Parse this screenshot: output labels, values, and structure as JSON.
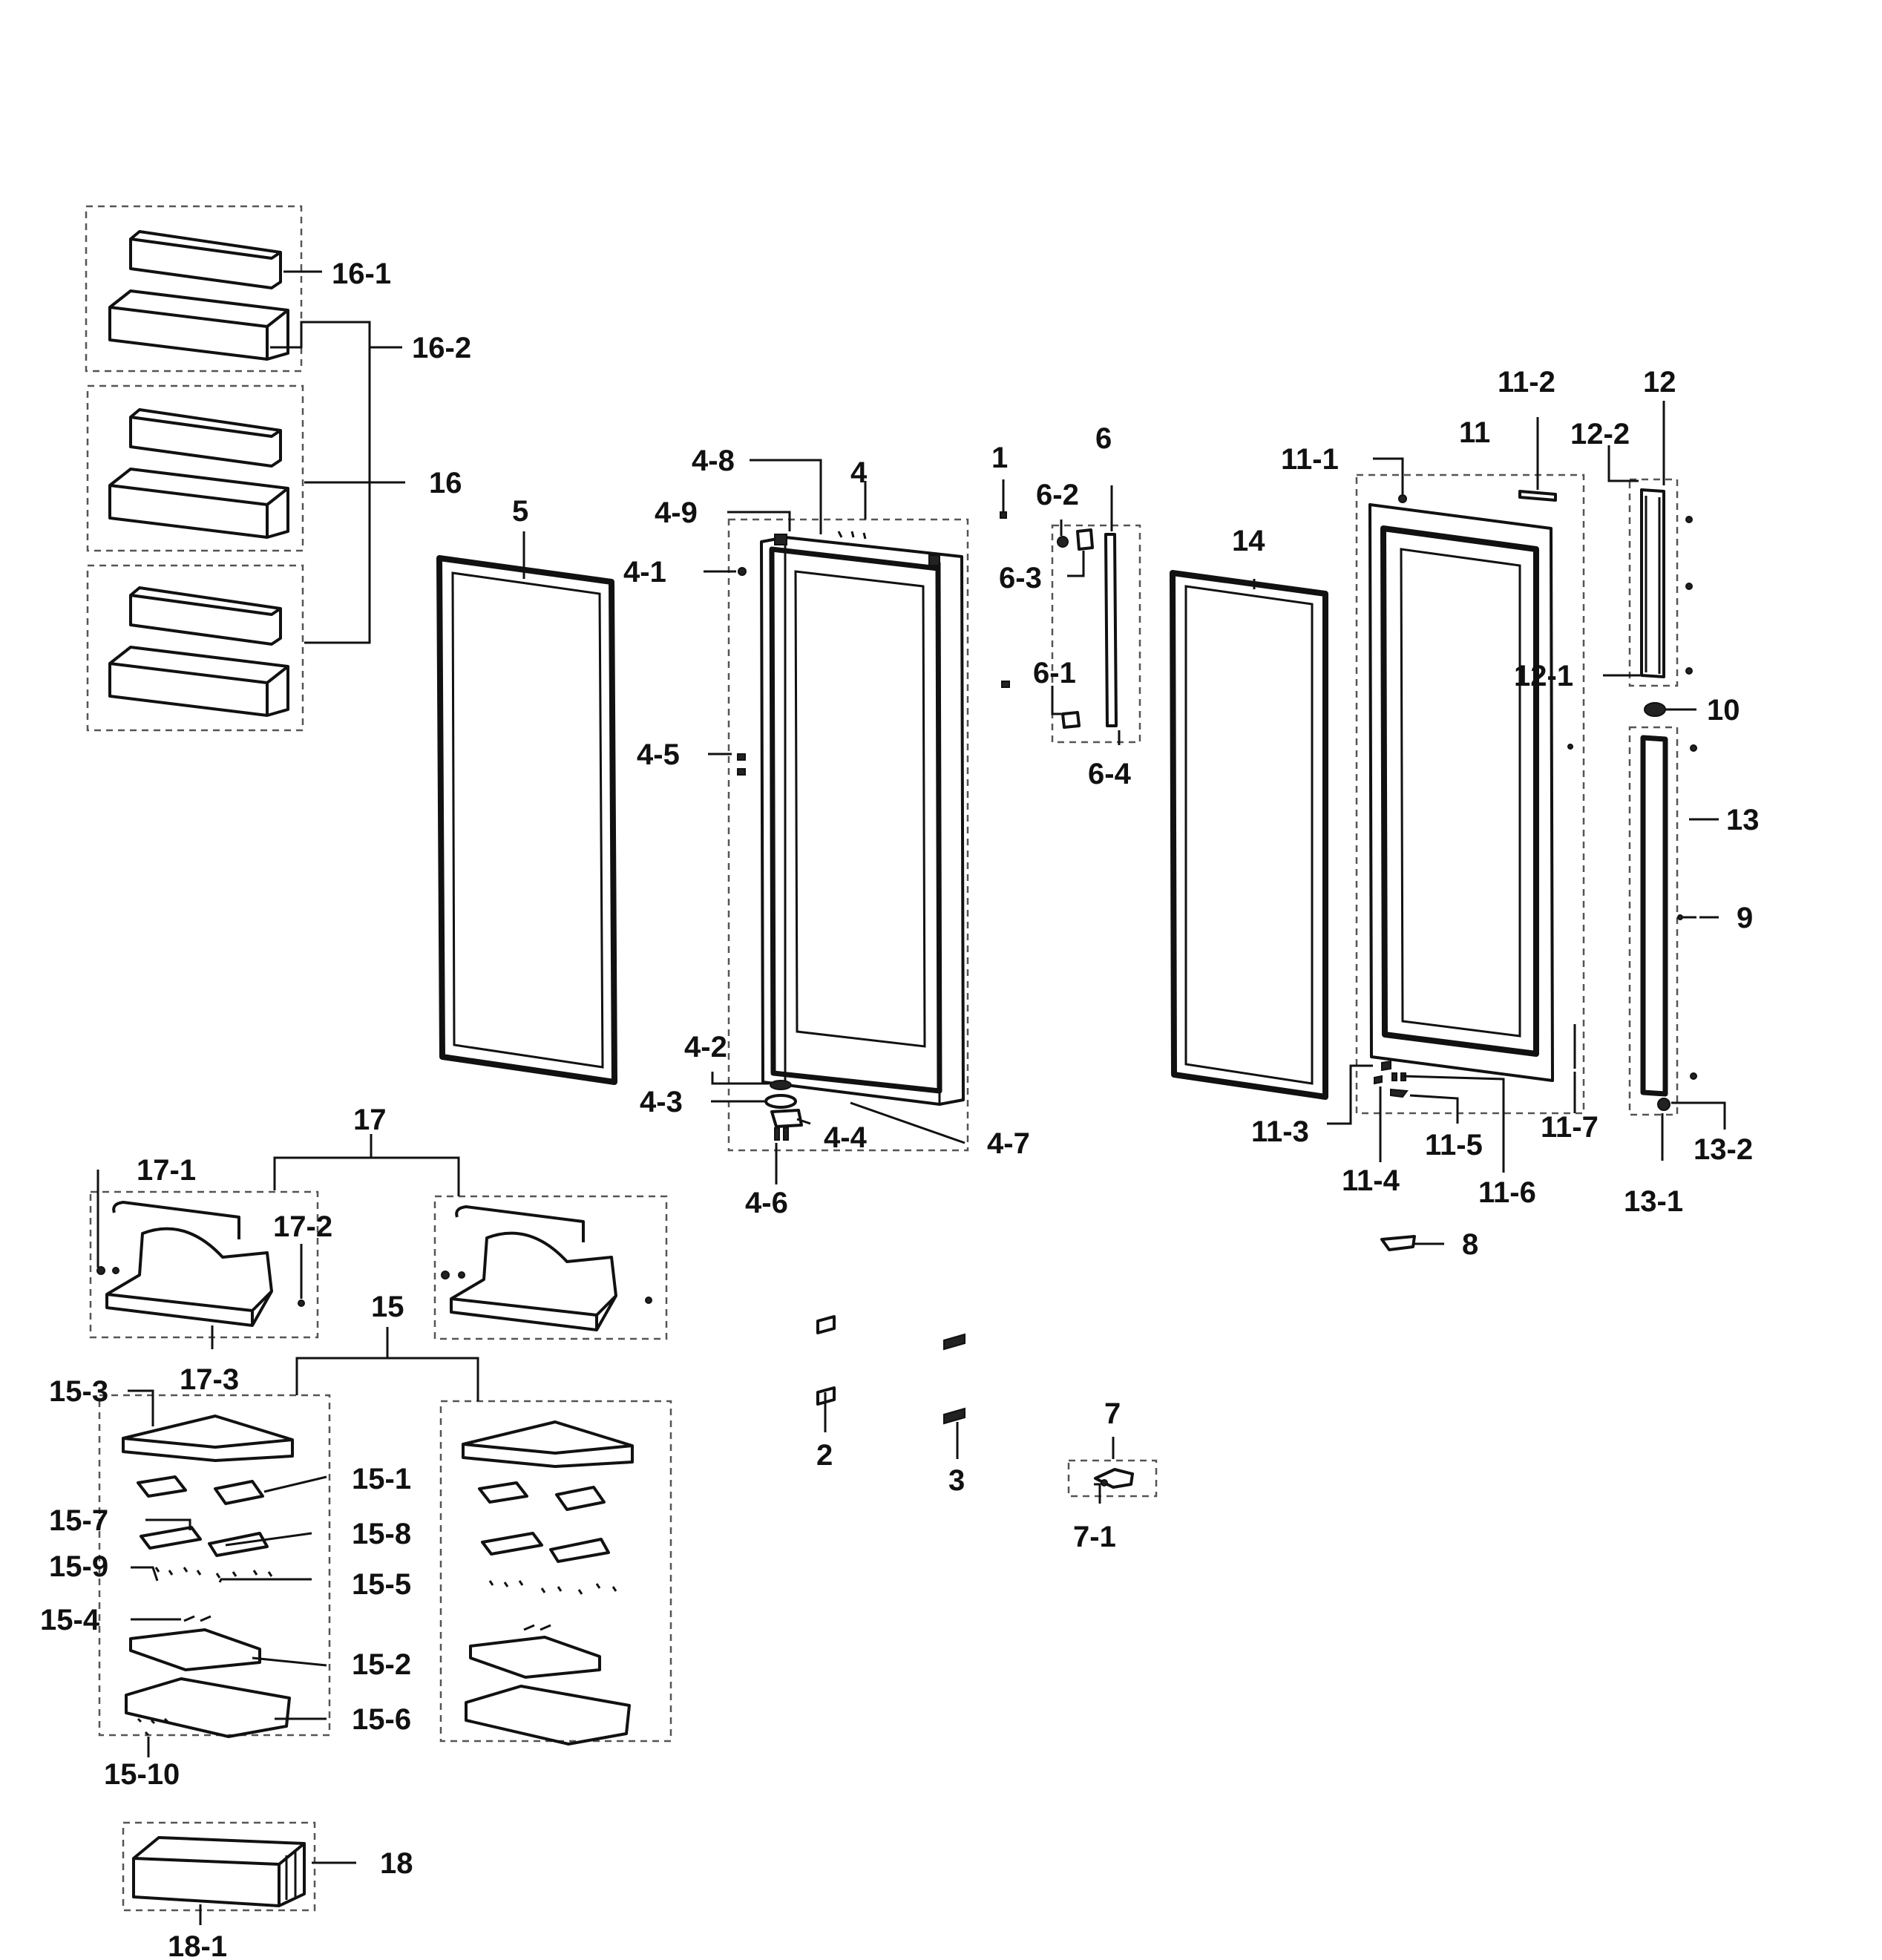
{
  "labels": [
    "16-1",
    "16-2",
    "16",
    "5",
    "4-8",
    "4",
    "4-9",
    "4-1",
    "4-5",
    "4-2",
    "4-3",
    "4-4",
    "4-6",
    "4-7",
    "1",
    "6",
    "6-2",
    "6-3",
    "6-1",
    "6-4",
    "14",
    "11-1",
    "11",
    "11-2",
    "12",
    "12-2",
    "12-1",
    "10",
    "13",
    "9",
    "11-3",
    "11-4",
    "11-5",
    "11-6",
    "11-7",
    "13-1",
    "13-2",
    "8",
    "17",
    "17-1",
    "17-2",
    "17-3",
    "15",
    "15-3",
    "15-1",
    "15-7",
    "15-8",
    "15-9",
    "15-5",
    "15-4",
    "15-2",
    "15-6",
    "15-10",
    "18",
    "18-1",
    "2",
    "3",
    "7",
    "7-1"
  ]
}
